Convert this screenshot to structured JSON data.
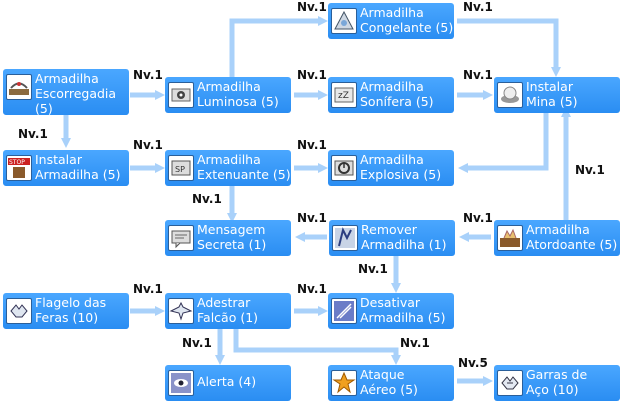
{
  "nodes": {
    "armadilha_escorregadia": {
      "label": "Armadilha\nEscorregadia\n(5)",
      "icon": "slide-trap-icon"
    },
    "armadilha_luminosa": {
      "label": "Armadilha\nLuminosa (5)",
      "icon": "flash-trap-icon"
    },
    "armadilha_congelante": {
      "label": "Armadilha\nCongelante (5)",
      "icon": "freezing-trap-icon"
    },
    "armadilha_sonifera": {
      "label": "Armadilha\nSonífera (5)",
      "icon": "sleep-trap-icon"
    },
    "instalar_mina": {
      "label": "Instalar\nMina (5)",
      "icon": "mine-icon"
    },
    "instalar_armadilha": {
      "label": "Instalar\nArmadilha (5)",
      "icon": "stop-sign-icon"
    },
    "armadilha_extenuante": {
      "label": "Armadilha\nExtenuante (5)",
      "icon": "sp-drain-trap-icon"
    },
    "armadilha_explosiva": {
      "label": "Armadilha\nExplosiva (5)",
      "icon": "explosive-trap-icon"
    },
    "mensagem_secreta": {
      "label": "Mensagem\nSecreta (1)",
      "icon": "message-icon"
    },
    "remover_armadilha": {
      "label": "Remover\nArmadilha (1)",
      "icon": "remove-trap-icon"
    },
    "armadilha_atordoante": {
      "label": "Armadilha\nAtordoante (5)",
      "icon": "stun-trap-icon"
    },
    "flagelo_das_feras": {
      "label": "Flagelo das\nFeras (10)",
      "icon": "beast-bane-icon"
    },
    "adestrar_falcao": {
      "label": "Adestrar\nFalcão (1)",
      "icon": "falcon-icon"
    },
    "desativar_armadilha": {
      "label": "Desativar\nArmadilha (5)",
      "icon": "disarm-trap-icon"
    },
    "alerta": {
      "label": "Alerta (4)",
      "icon": "alert-icon"
    },
    "ataque_aereo": {
      "label": "Ataque\nAéreo (5)",
      "icon": "air-strike-icon"
    },
    "garras_de_aco": {
      "label": "Garras de\nAço (10)",
      "icon": "steel-claw-icon"
    }
  },
  "requirements": {
    "to_congelante": "Nv.1",
    "from_congelante": "Nv.1",
    "to_luminosa": "Nv.1",
    "to_sonifera": "Nv.1",
    "to_mina": "Nv.1",
    "to_instalar_armadilha": "Nv.1",
    "to_extenuante": "Nv.1",
    "to_explosiva": "Nv.1",
    "to_mensagem": "Nv.1",
    "to_remover": "Nv.1",
    "to_atordoante": "Nv.1",
    "from_atordoante": "Nv.1",
    "to_desativar_from_remover": "Nv.1",
    "to_falcao": "Nv.1",
    "to_desativar_from_falcao": "Nv.1",
    "to_alerta": "Nv.1",
    "to_ataque": "Nv.1",
    "to_garras": "Nv.5"
  },
  "colors": {
    "node": "#2a8df2",
    "arrow": "#a9d1fa",
    "text": "#ffffff"
  }
}
